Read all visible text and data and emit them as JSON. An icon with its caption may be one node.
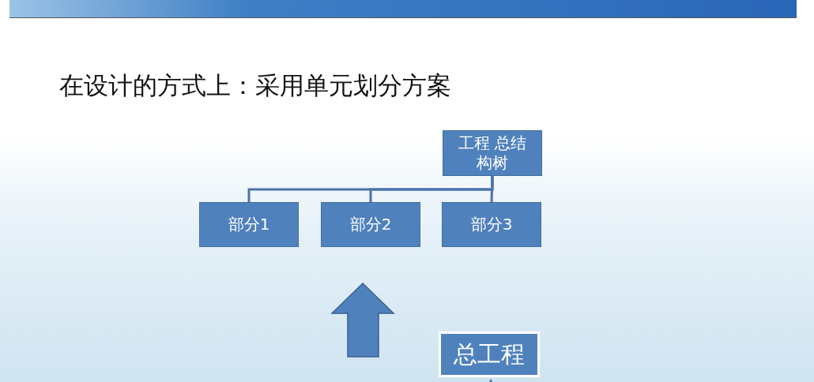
{
  "diagram": {
    "nodes": [
      {
        "text": [
          "工程 总结构树"
        ]
      },
      {
        "text": [
          "部分1"
        ]
      },
      {
        "text": [
          "部分2"
        ]
      },
      {
        "text": [
          "部分3"
        ]
      },
      {
        "text": [
          "总工程"
        ]
      }
    ],
    "edges": [
      {
        "from": 0,
        "to": 1,
        "arrow": "none"
      },
      {
        "from": 0,
        "to": 2,
        "arrow": "none"
      },
      {
        "from": 0,
        "to": 3,
        "arrow": "none"
      },
      {
        "from": 4,
        "to": null,
        "arrow": "none"
      }
    ],
    "labels": [
      "在设计的方式上：采用单元划分方案"
    ]
  }
}
